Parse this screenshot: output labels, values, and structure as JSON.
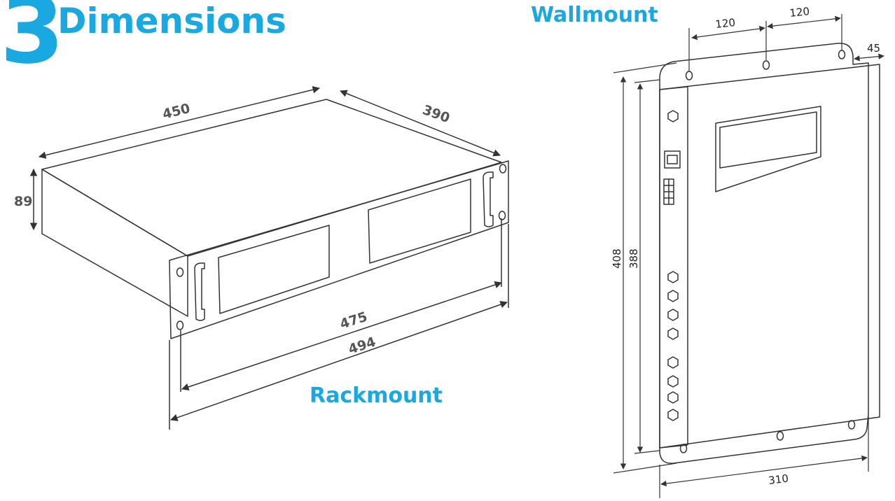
{
  "header": {
    "number": "3",
    "title": "Dimensions"
  },
  "rackmount": {
    "label": "Rackmount",
    "dims": {
      "width_top": "450",
      "depth": "390",
      "height": "89",
      "inner": "475",
      "overall": "494"
    }
  },
  "wallmount": {
    "label": "Wallmount",
    "dims": {
      "spacing_a": "120",
      "spacing_b": "120",
      "offset": "45",
      "height_outer": "408",
      "height_inner": "388",
      "width": "310"
    }
  },
  "colors": {
    "accent": "#1aa8e0",
    "line": "#333333",
    "dim_text": "#444444"
  }
}
